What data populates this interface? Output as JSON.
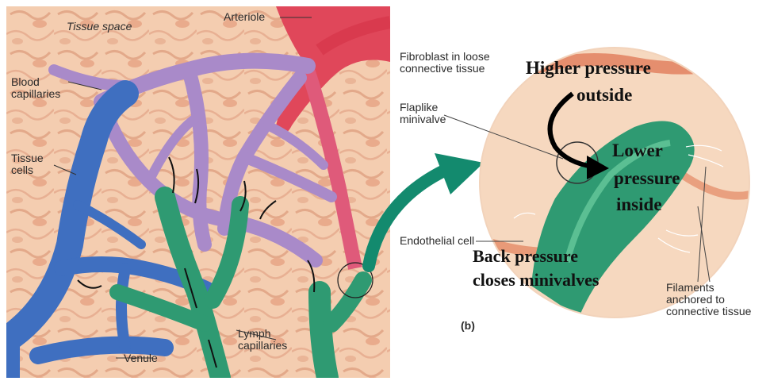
{
  "panel_a": {
    "labels": {
      "tissue_space": "Tissue space",
      "arteriole": "Arteriole",
      "blood_capillaries": "Blood capillaries",
      "tissue_cells": "Tissue cells",
      "venule": "Venule",
      "lymph_capillaries": "Lymph capillaries"
    }
  },
  "panel_b": {
    "labels": {
      "fibroblast": "Fibroblast in loose connective tissue",
      "flaplike_minivalve": "Flaplike minivalve",
      "endothelial_cell": "Endothelial cell",
      "filaments": "Filaments anchored to connective tissue",
      "panel_id": "(b)"
    },
    "annotations": {
      "higher_pressure_line1": "Higher pressure",
      "higher_pressure_line2": "outside",
      "lower_pressure_line1": "Lower",
      "lower_pressure_line2": "pressure",
      "lower_pressure_line3": "inside",
      "back_pressure_line1": "Back pressure",
      "back_pressure_line2": "closes minivalves"
    }
  },
  "colors": {
    "tissue_bg": "#f3c7a6",
    "arteriole": "#e0475a",
    "capillary_purple": "#a98ac9",
    "venule_blue": "#3f6fc0",
    "lymph_green": "#2f9a72",
    "connector_arrow": "#138a6e"
  }
}
